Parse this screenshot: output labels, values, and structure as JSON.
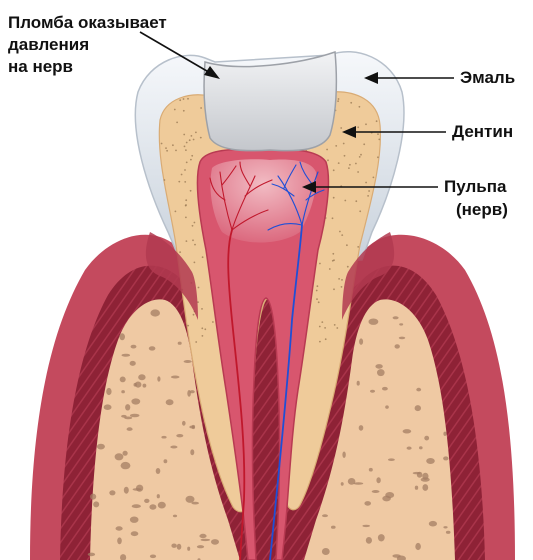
{
  "labels": {
    "filling_line1": "Пломба оказывает",
    "filling_line2": "давления",
    "filling_line3": "на нерв",
    "enamel": "Эмаль",
    "dentin": "Дентин",
    "pulp_line1": "Пульпа",
    "pulp_line2": "(нерв)"
  },
  "colors": {
    "gum_outer": "#c44a5e",
    "gum_inner": "#8e2236",
    "bone": "#efc9a3",
    "bone_spots": "#a47d63",
    "enamel": "#dde3ea",
    "dentin": "#efcb9a",
    "pulp": "#d8566e",
    "pulp_light": "#eeaab5",
    "filling": "#d9dbdf",
    "artery": "#c0182c",
    "vein": "#1f4fd6",
    "arrow": "#111111"
  }
}
